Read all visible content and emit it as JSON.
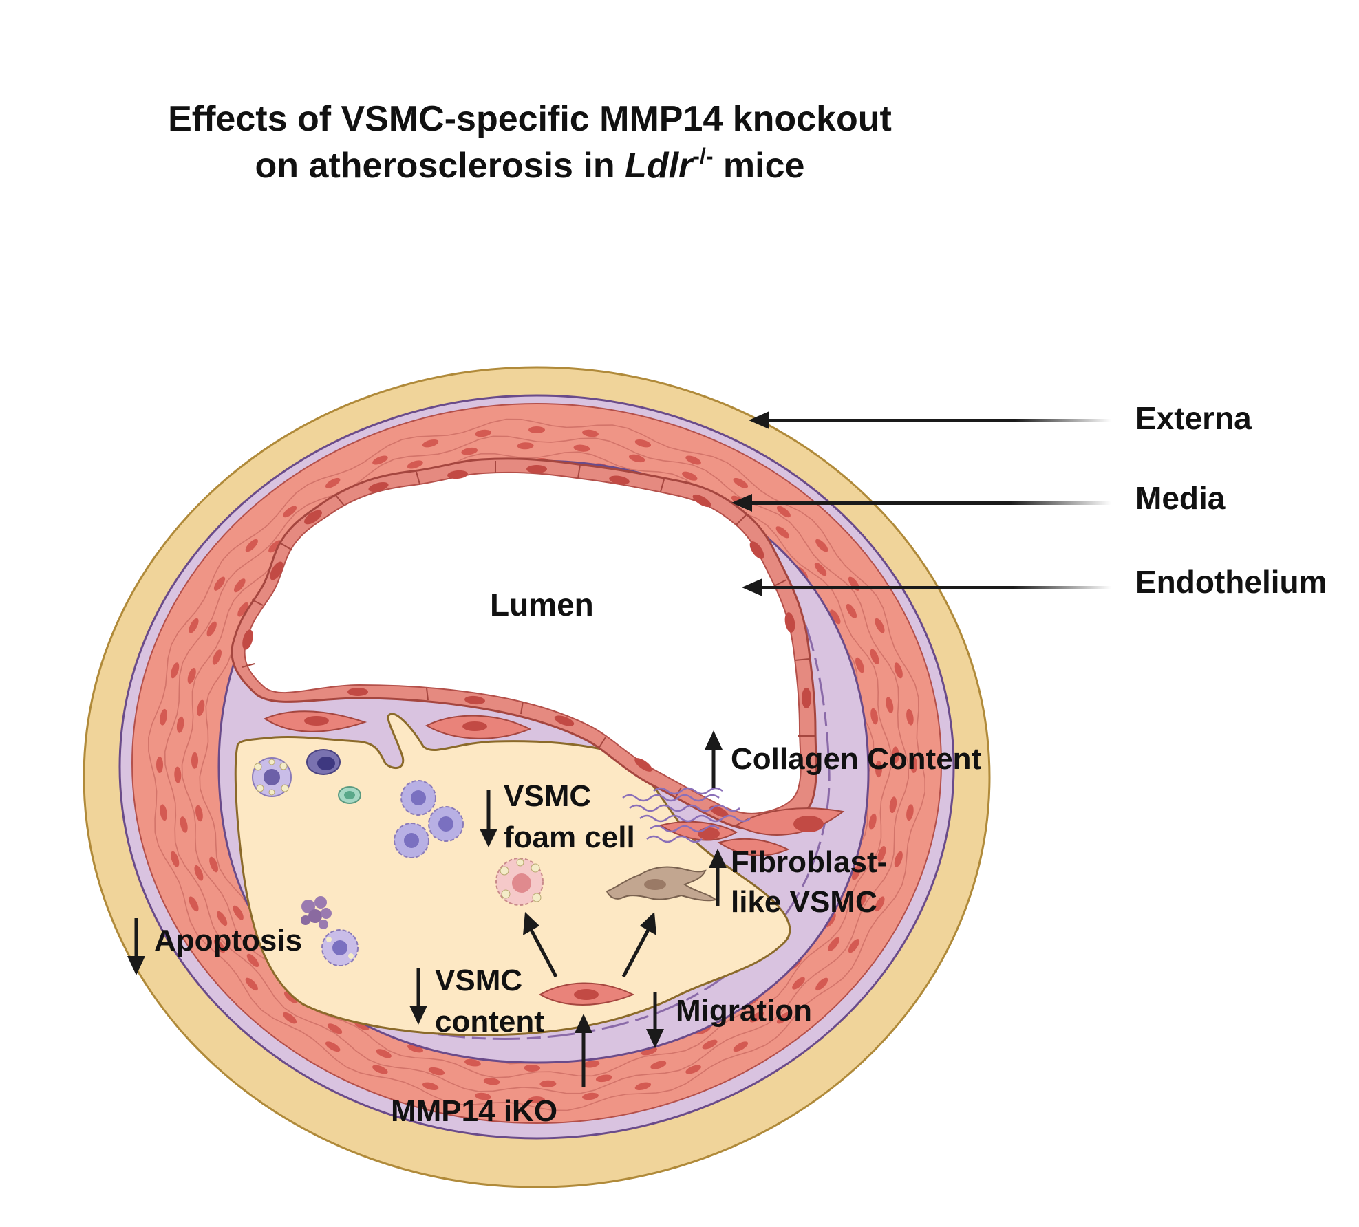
{
  "title": {
    "line1": "Effects of VSMC-specific MMP14 knockout",
    "line2_prefix": "on atherosclerosis in ",
    "line2_gene": "Ldlr",
    "line2_sup": "-/-",
    "line2_suffix": " mice"
  },
  "layers": {
    "externa": "Externa",
    "media": "Media",
    "endothelium": "Endothelium"
  },
  "labels": {
    "lumen": "Lumen",
    "collagen": "Collagen Content",
    "vsmc_foam_1": "VSMC",
    "vsmc_foam_2": "foam cell",
    "fibro_1": "Fibroblast-",
    "fibro_2": "like VSMC",
    "apoptosis": "Apoptosis",
    "vsmc_content_1": "VSMC",
    "vsmc_content_2": "content",
    "migration": "Migration",
    "mmp14": "MMP14 iKO"
  },
  "colors": {
    "externa": "#f0d49a",
    "media": "#ef9586",
    "membrane": "#d9c3e0",
    "plaque": "#fde8c4",
    "endothelial_cell": "#e58a80"
  }
}
